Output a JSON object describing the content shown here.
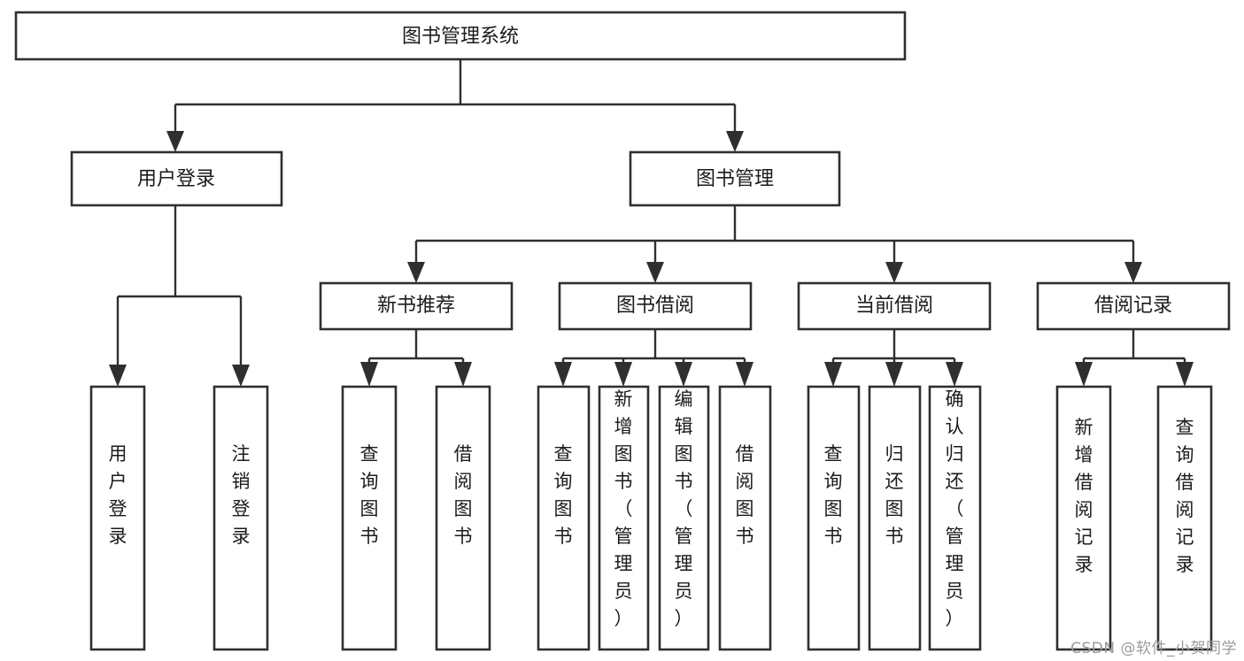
{
  "diagram": {
    "type": "tree",
    "title": "图书管理系统",
    "orientation": "top-down",
    "background_color": "#ffffff",
    "box_stroke_color": "#2f2f2f",
    "box_fill_color": "#ffffff",
    "text_color": "#1b1b1b",
    "nodes": {
      "root": {
        "label": "图书管理系统",
        "level": 0
      },
      "l1_user_login": {
        "label": "用户登录",
        "level": 1
      },
      "l1_book_manage": {
        "label": "图书管理",
        "level": 1
      },
      "l2_new_book_rec": {
        "label": "新书推荐",
        "level": 2
      },
      "l2_book_borrow": {
        "label": "图书借阅",
        "level": 2
      },
      "l2_current_borrow": {
        "label": "当前借阅",
        "level": 2
      },
      "l2_borrow_record": {
        "label": "借阅记录",
        "level": 2
      },
      "leaf_user_login": {
        "label": "用户登录",
        "level": 3
      },
      "leaf_logout_login": {
        "label": "注销登录",
        "level": 3
      },
      "leaf_query_book_a": {
        "label": "查询图书",
        "level": 3
      },
      "leaf_borrow_book_a": {
        "label": "借阅图书",
        "level": 3
      },
      "leaf_query_book_b": {
        "label": "查询图书",
        "level": 3
      },
      "leaf_add_book": {
        "label": "新增图书（管理员）",
        "level": 3
      },
      "leaf_edit_book": {
        "label": "编辑图书（管理员）",
        "level": 3
      },
      "leaf_borrow_book_b": {
        "label": "借阅图书",
        "level": 3
      },
      "leaf_query_book_c": {
        "label": "查询图书",
        "level": 3
      },
      "leaf_return_book": {
        "label": "归还图书",
        "level": 3
      },
      "leaf_confirm_return": {
        "label": "确认归还（管理员）",
        "level": 3
      },
      "leaf_add_record": {
        "label": "新增借阅记录",
        "level": 3
      },
      "leaf_query_record": {
        "label": "查询借阅记录",
        "level": 3
      }
    },
    "edges": [
      {
        "from": "root",
        "to": "l1_user_login"
      },
      {
        "from": "root",
        "to": "l1_book_manage"
      },
      {
        "from": "l1_user_login",
        "to": "leaf_user_login"
      },
      {
        "from": "l1_user_login",
        "to": "leaf_logout_login"
      },
      {
        "from": "l1_book_manage",
        "to": "l2_new_book_rec"
      },
      {
        "from": "l1_book_manage",
        "to": "l2_book_borrow"
      },
      {
        "from": "l1_book_manage",
        "to": "l2_current_borrow"
      },
      {
        "from": "l1_book_manage",
        "to": "l2_borrow_record"
      },
      {
        "from": "l2_new_book_rec",
        "to": "leaf_query_book_a"
      },
      {
        "from": "l2_new_book_rec",
        "to": "leaf_borrow_book_a"
      },
      {
        "from": "l2_book_borrow",
        "to": "leaf_query_book_b"
      },
      {
        "from": "l2_book_borrow",
        "to": "leaf_add_book"
      },
      {
        "from": "l2_book_borrow",
        "to": "leaf_edit_book"
      },
      {
        "from": "l2_book_borrow",
        "to": "leaf_borrow_book_b"
      },
      {
        "from": "l2_current_borrow",
        "to": "leaf_query_book_c"
      },
      {
        "from": "l2_current_borrow",
        "to": "leaf_return_book"
      },
      {
        "from": "l2_current_borrow",
        "to": "leaf_confirm_return"
      },
      {
        "from": "l2_borrow_record",
        "to": "leaf_add_record"
      },
      {
        "from": "l2_borrow_record",
        "to": "leaf_query_record"
      }
    ]
  },
  "watermark": {
    "text": "CSDN @软件_小贺同学"
  }
}
